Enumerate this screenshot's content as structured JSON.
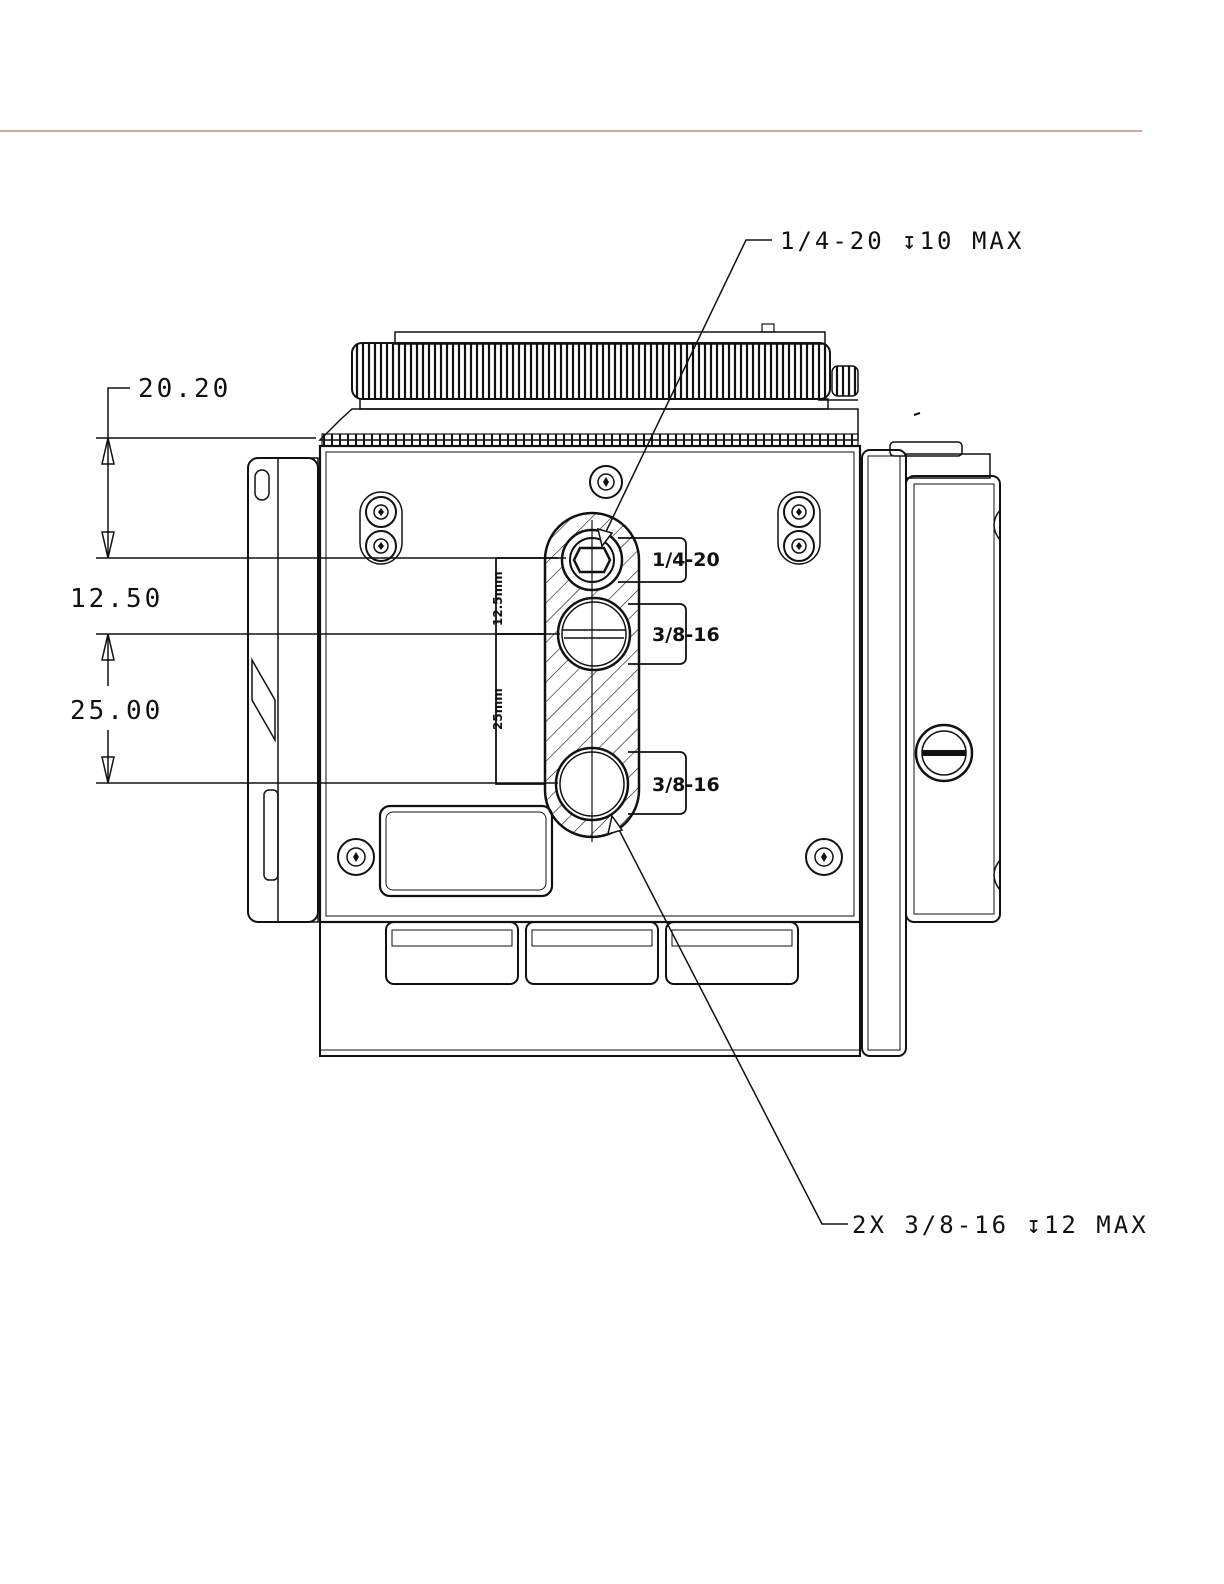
{
  "colors": {
    "rule": "#c08a86",
    "ink": "#111111"
  },
  "dimensions": {
    "top": "20.20",
    "middle": "12.50",
    "bottom": "25.00"
  },
  "callouts": {
    "upper": "1/4-20 ↧10 MAX",
    "lower": "2X 3/8-16 ↧12 MAX"
  },
  "plate_labels": {
    "hole_1": "1/4-20",
    "hole_2": "3/8-16",
    "hole_3": "3/8-16",
    "spacing_small": "12.5mm",
    "spacing_large": "25mm"
  }
}
